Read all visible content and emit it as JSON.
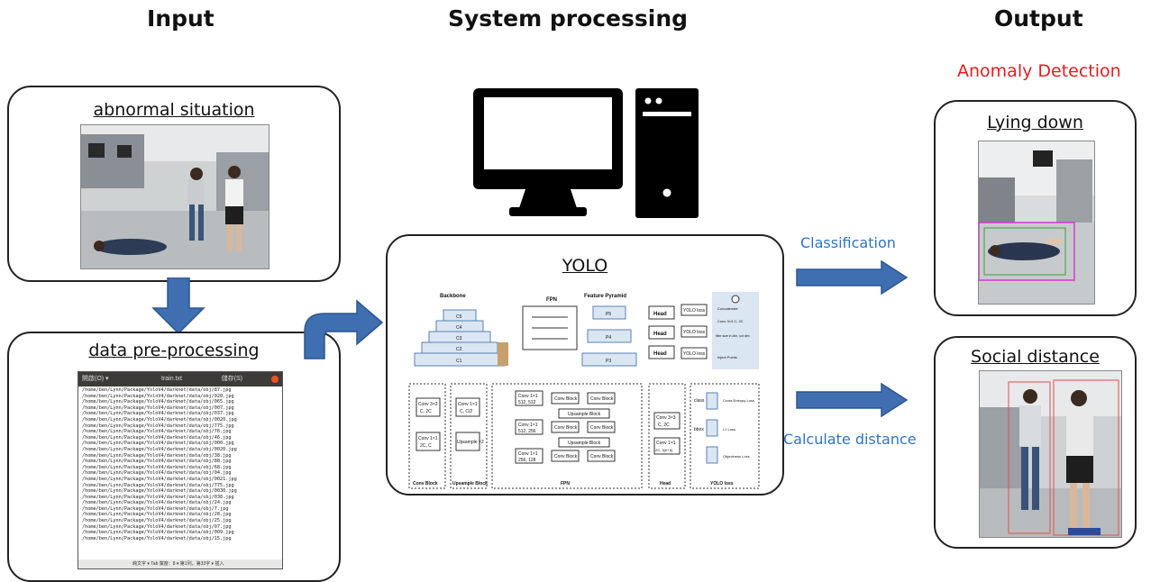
{
  "headers": {
    "input": "Input",
    "system": "System processing",
    "output": "Output"
  },
  "anomaly_title": "Anomaly Detection",
  "input": {
    "abnormal_label": "abnormal situation",
    "preprocess_label": "data pre-processing",
    "terminal": {
      "title": "train.txt",
      "subtitle": "/home/ben/Lynn/Package/YoloV4/darknet/data",
      "open": "開啟(O) ▾",
      "save": "儲存(S)",
      "lines": [
        "/home/ben/Lynn/Package/YoloV4/darknet/data/obj/87.jpg",
        "/home/ben/Lynn/Package/YoloV4/darknet/data/obj/020.jpg",
        "/home/ben/Lynn/Package/YoloV4/darknet/data/obj/065.jpg",
        "/home/ben/Lynn/Package/YoloV4/darknet/data/obj/007.jpg",
        "/home/ben/Lynn/Package/YoloV4/darknet/data/obj/037.jpg",
        "/home/ben/Lynn/Package/YoloV4/darknet/data/obj/0020.jpg",
        "/home/ben/Lynn/Package/YoloV4/darknet/data/obj/775.jpg",
        "/home/ben/Lynn/Package/YoloV4/darknet/data/obj/78.jpg",
        "/home/ben/Lynn/Package/YoloV4/darknet/data/obj/46.jpg",
        "/home/ben/Lynn/Package/YoloV4/darknet/data/obj/000.jpg",
        "/home/ben/Lynn/Package/YoloV4/darknet/data/obj/0020.jpg",
        "/home/ben/Lynn/Package/YoloV4/darknet/data/obj/38.jpg",
        "/home/ben/Lynn/Package/YoloV4/darknet/data/obj/88.jpg",
        "/home/ben/Lynn/Package/YoloV4/darknet/data/obj/68.jpg",
        "/home/ben/Lynn/Package/YoloV4/darknet/data/obj/04.jpg",
        "/home/ben/Lynn/Package/YoloV4/darknet/data/obj/0021.jpg",
        "/home/ben/Lynn/Package/YoloV4/darknet/data/obj/775.jpg",
        "/home/ben/Lynn/Package/YoloV4/darknet/data/obj/0030.jpg",
        "/home/ben/Lynn/Package/YoloV4/darknet/data/obj/038.jpg",
        "/home/ben/Lynn/Package/YoloV4/darknet/data/obj/24.jpg",
        "/home/ben/Lynn/Package/YoloV4/darknet/data/obj/7.jpg",
        "/home/ben/Lynn/Package/YoloV4/darknet/data/obj/28.jpg",
        "/home/ben/Lynn/Package/YoloV4/darknet/data/obj/25.jpg",
        "/home/ben/Lynn/Package/YoloV4/darknet/data/obj/07.jpg",
        "/home/ben/Lynn/Package/YoloV4/darknet/data/obj/009.jpg",
        "/home/ben/Lynn/Package/YoloV4/darknet/data/obj/15.jpg"
      ],
      "status": "純文字 ▾   Tab 寬度：8 ▾   第1列，第33字 ▾   插入"
    }
  },
  "system": {
    "yolo_label": "YOLO",
    "net": {
      "backbone": "Backbone",
      "fpn": "FPN",
      "feature_pyramid": "Feature Pyramid",
      "head": "Head",
      "yolo_loss": "YOLO loss",
      "c_labels": [
        "C1",
        "C2",
        "C3",
        "C4",
        "C5"
      ],
      "p_labels": [
        "P5",
        "P4",
        "P3"
      ],
      "legend": [
        "Concatenate",
        "Conv 3×3 C, 2C",
        "filter size in dim, out dim",
        "Inject Points"
      ],
      "conv_block": "Conv Block",
      "upsample_block": "Upsample Block",
      "conv33": "Conv 3×3",
      "c2c": "C, 2C",
      "conv11": "Conv 1×1",
      "c_half": "C, C/2",
      "upsample_x2": "Upsample ×2",
      "two_c_c": "2C, C",
      "fpn_rows": [
        "512, 512",
        "512, 256",
        "256, 128"
      ],
      "head_conv2": "2C, 3(K+5)",
      "losses": [
        "Cross Entropy Loss",
        "L1 Loss",
        "Objectness Loss"
      ],
      "class": "class",
      "bbox": "bbox"
    }
  },
  "arrows": {
    "classification": "Classification",
    "distance": "Calculate distance"
  },
  "output": {
    "lying": "Lying down",
    "social": "Social distance"
  }
}
